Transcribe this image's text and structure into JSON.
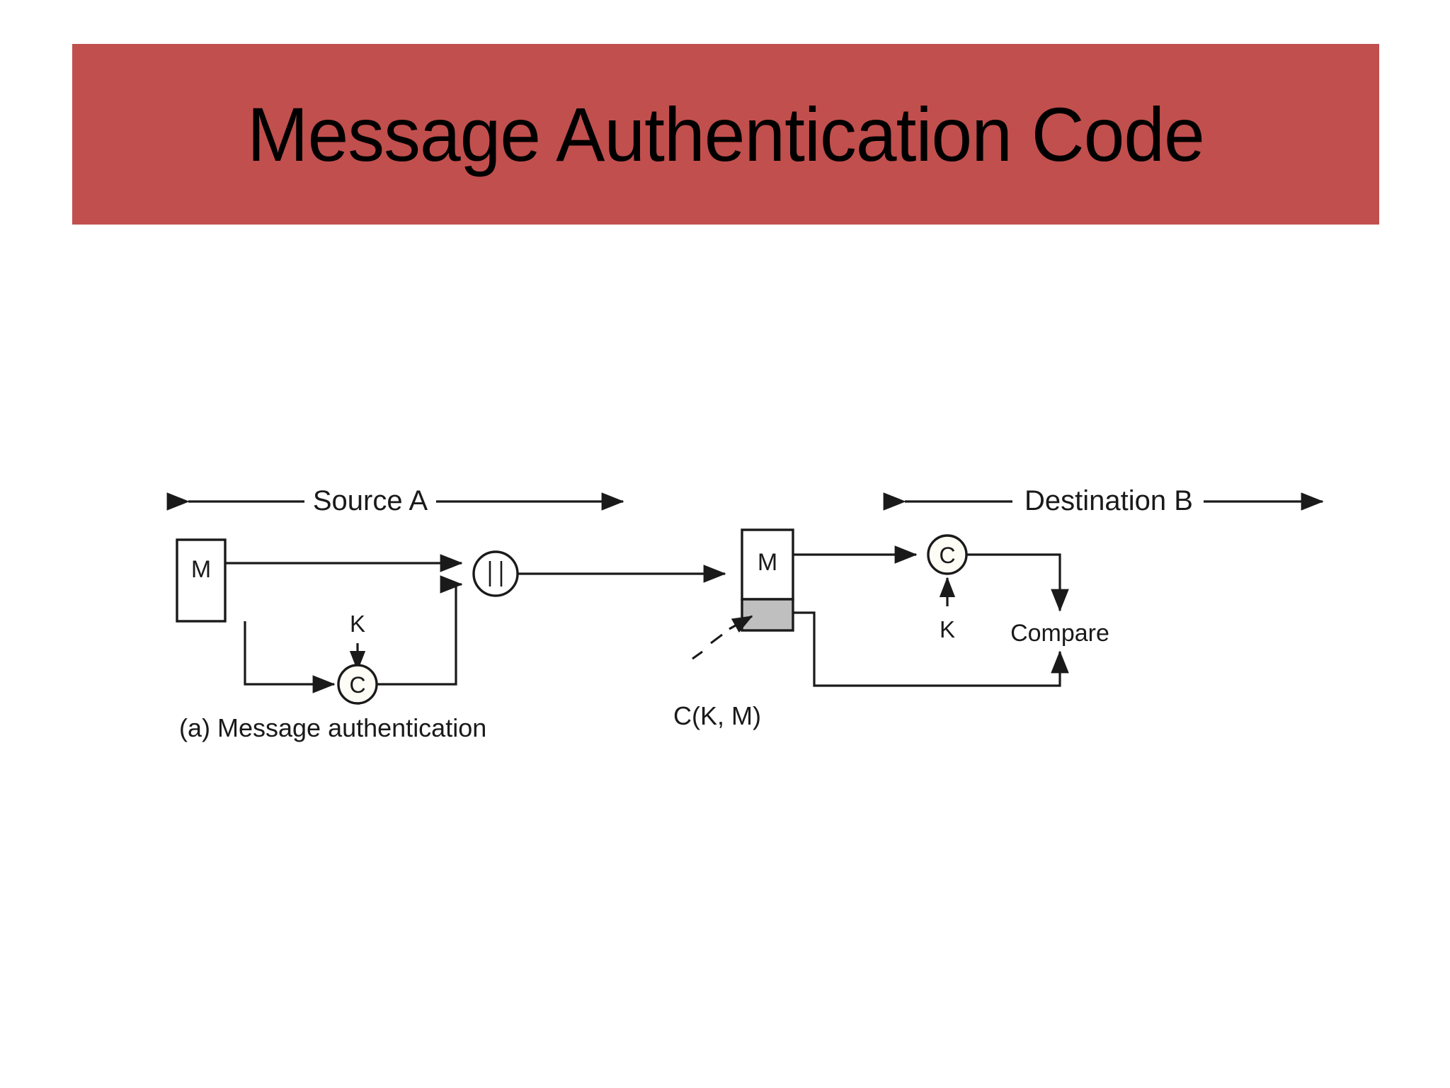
{
  "slide": {
    "title": "Message Authentication Code",
    "banner_color": "#c14f4d",
    "background_color": "#ffffff"
  },
  "diagram": {
    "name": "message-authentication-mac-diagram",
    "caption": "(a) Message authentication",
    "source_label": "Source A",
    "destination_label": "Destination B",
    "source": {
      "message_box_label": "M",
      "key_label": "K",
      "mac_function_label": "C",
      "concat_label": "||"
    },
    "channel": {
      "transmitted_message_label": "M",
      "mac_tag_annotation": "C(K, M)"
    },
    "destination": {
      "mac_function_label": "C",
      "key_label": "K",
      "compare_label": "Compare"
    },
    "colors": {
      "stroke": "#1a1a1a",
      "tag_fill": "#bfbfbf",
      "box_fill": "#ffffff",
      "circle_fill": "#fdfcf5"
    }
  }
}
